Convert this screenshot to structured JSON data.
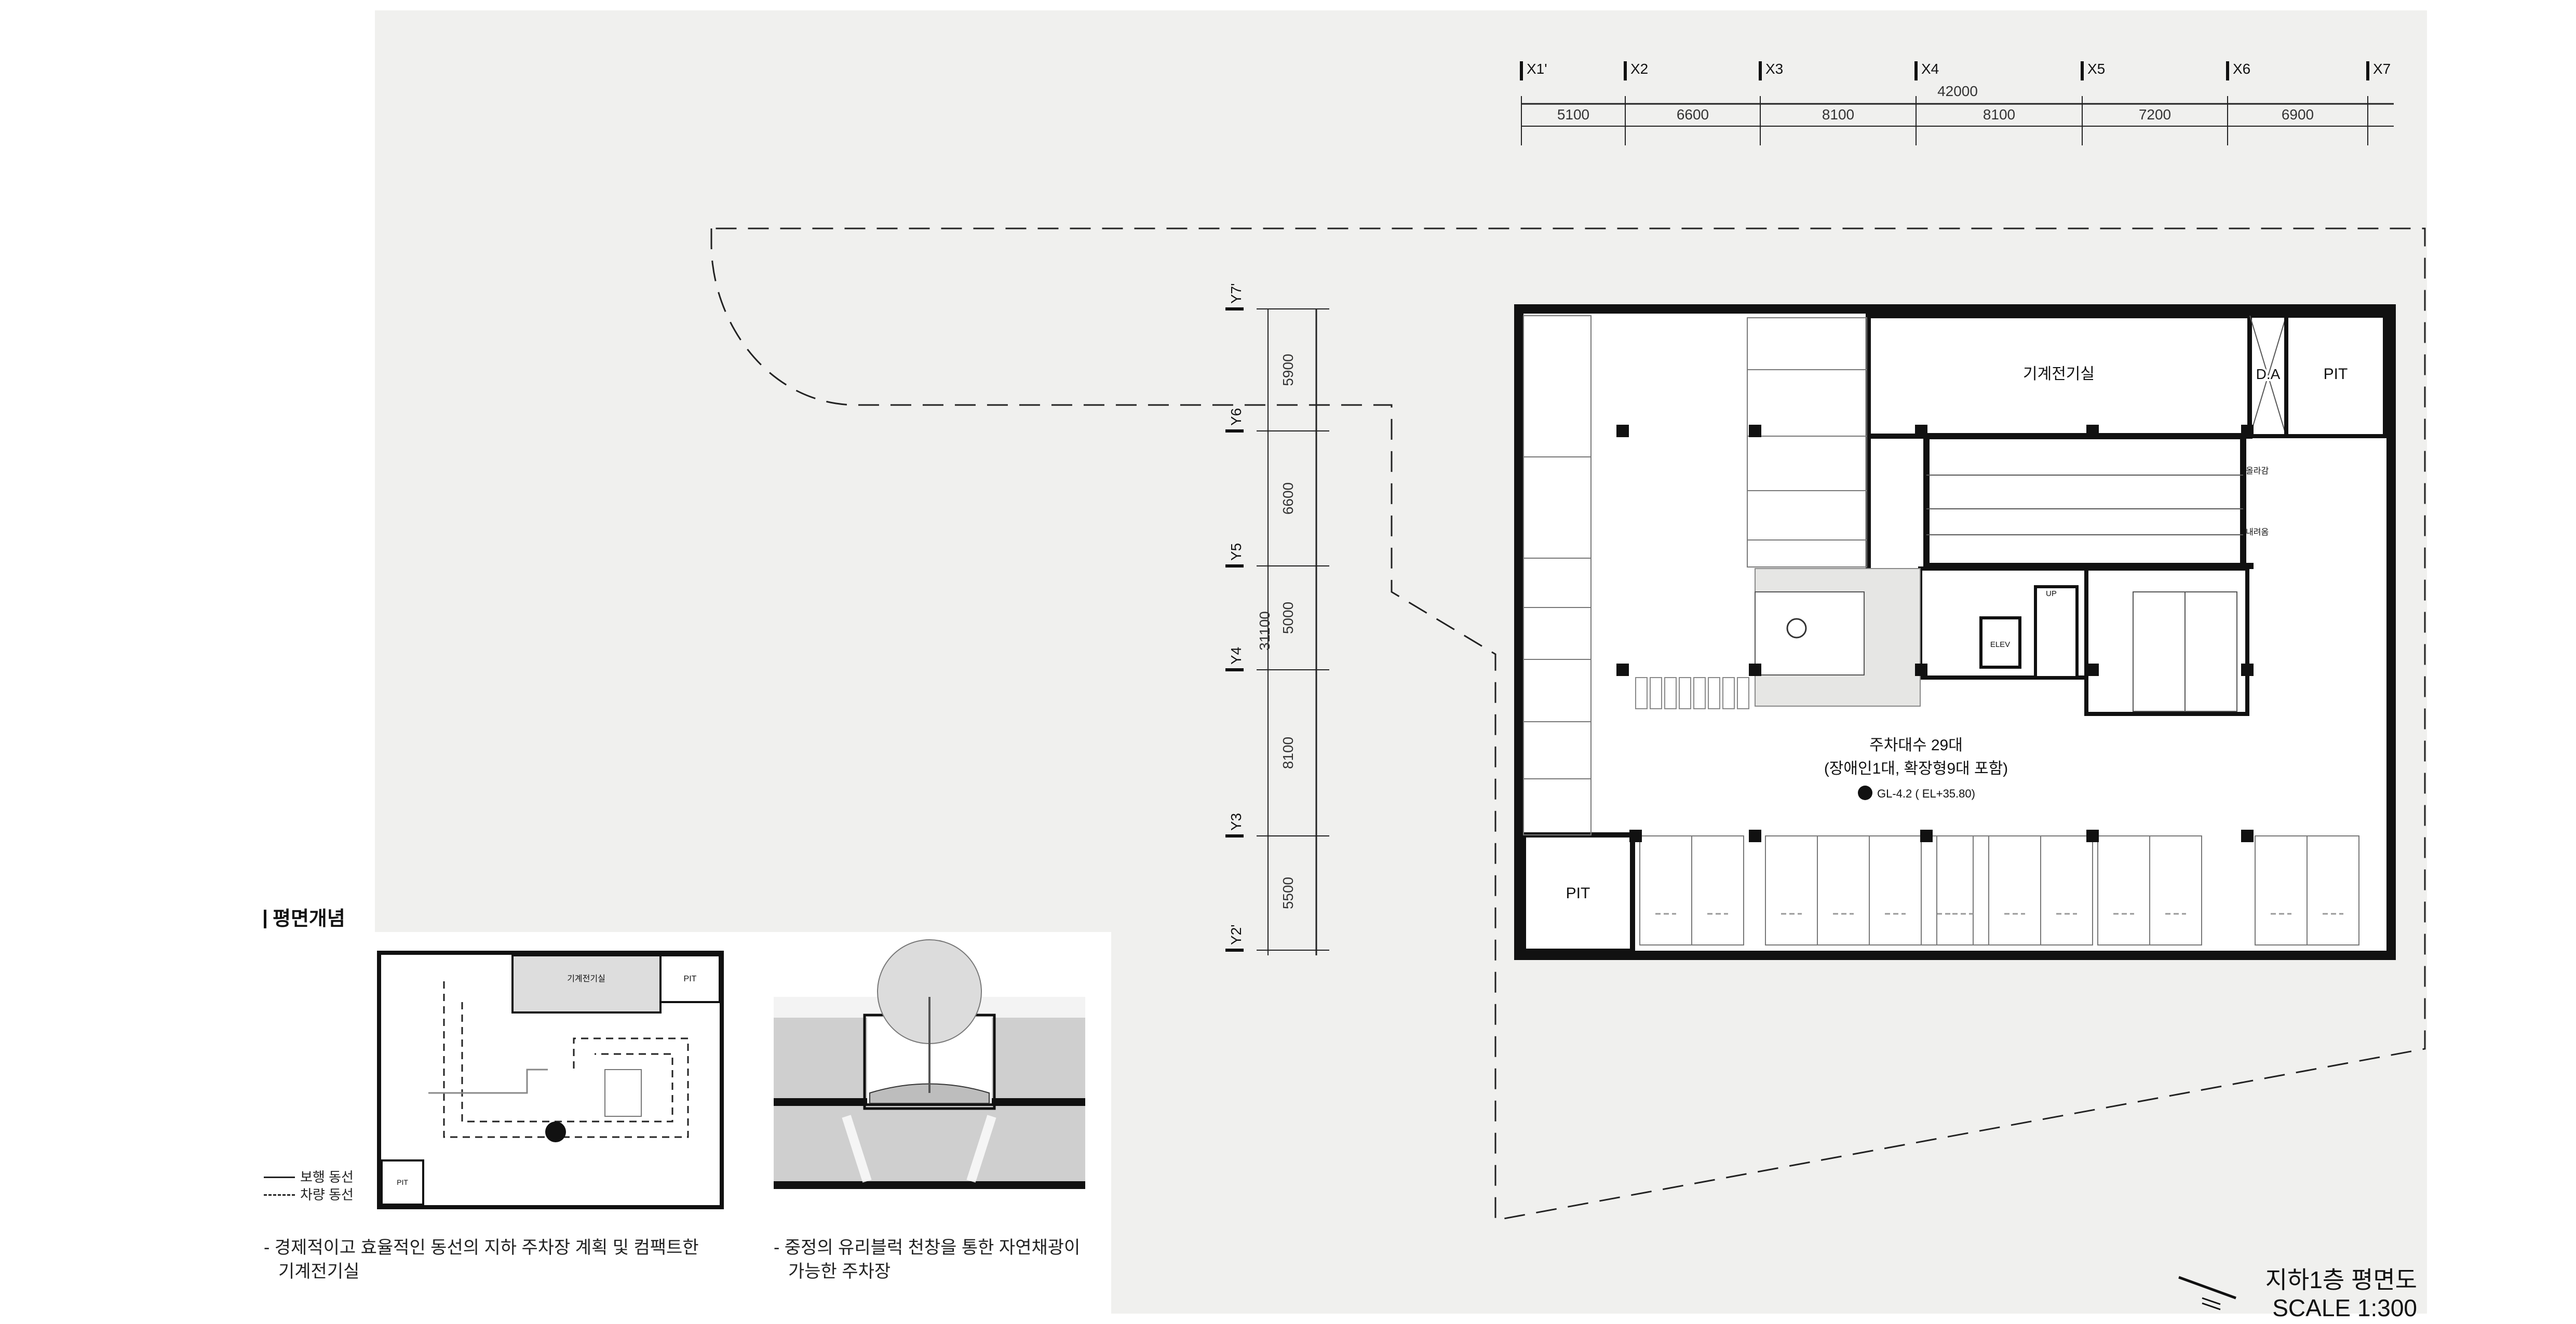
{
  "sheet": {
    "title": "지하1층 평면도",
    "scale": "SCALE 1:300"
  },
  "grid": {
    "x_labels": [
      "X1'",
      "X2",
      "X3",
      "X4",
      "X5",
      "X6",
      "X7"
    ],
    "x_dims": [
      "5100",
      "6600",
      "8100",
      "8100",
      "7200",
      "6900"
    ],
    "x_total": "42000",
    "y_labels": [
      "Y7'",
      "Y6",
      "Y5",
      "Y4",
      "Y3",
      "Y2'"
    ],
    "y_dims": [
      "5900",
      "6600",
      "5000",
      "8100",
      "5500"
    ],
    "y_total": "31100"
  },
  "plan": {
    "mech_room": "기계전기실",
    "da": "D.A",
    "pit_top": "PIT",
    "pit_bottom": "PIT",
    "elev": "ELEV",
    "up": "UP",
    "ramp_up": "올라감",
    "ramp_down": "내려옴",
    "parking_count": "주차대수 29대",
    "parking_detail": "(장애인1대, 확장형9대 포함)",
    "level": "GL-4.2 ( EL+35.80)"
  },
  "concept": {
    "title": "평면개념",
    "mini_mech": "기계전기실",
    "mini_pit_top": "PIT",
    "mini_pit_bottom": "PIT",
    "legend_pedestrian": "보행 동선",
    "legend_vehicle": "차량 동선",
    "caption_left_1": "- 경제적이고 효율적인 동선의 지하 주차장 계획 및 컴팩트한",
    "caption_left_2": "기계전기실",
    "caption_right_1": "- 중정의 유리블럭 천창을 통한 자연채광이",
    "caption_right_2": "가능한 주차장"
  }
}
